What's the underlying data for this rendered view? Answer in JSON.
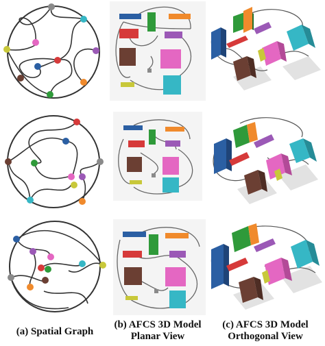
{
  "captions": {
    "spatial": "(a) Spatial Graph",
    "planar_l1": "(b) AFCS 3D Model",
    "planar_l2": "Planar View",
    "ortho_l1": "(c) AFCS 3D Model",
    "ortho_l2": "Orthogonal View"
  },
  "palette": {
    "curve": "#333333",
    "red": "#d63a3a",
    "blue": "#2b5fa3",
    "green": "#2f9a3a",
    "orange": "#f08a2c",
    "purple": "#9b59b6",
    "pink": "#e467c2",
    "teal": "#36b7c5",
    "brown": "#6b3f33",
    "olive": "#c8c83a",
    "gray": "#8a8a8a",
    "shadow": "#dcdcdc"
  }
}
